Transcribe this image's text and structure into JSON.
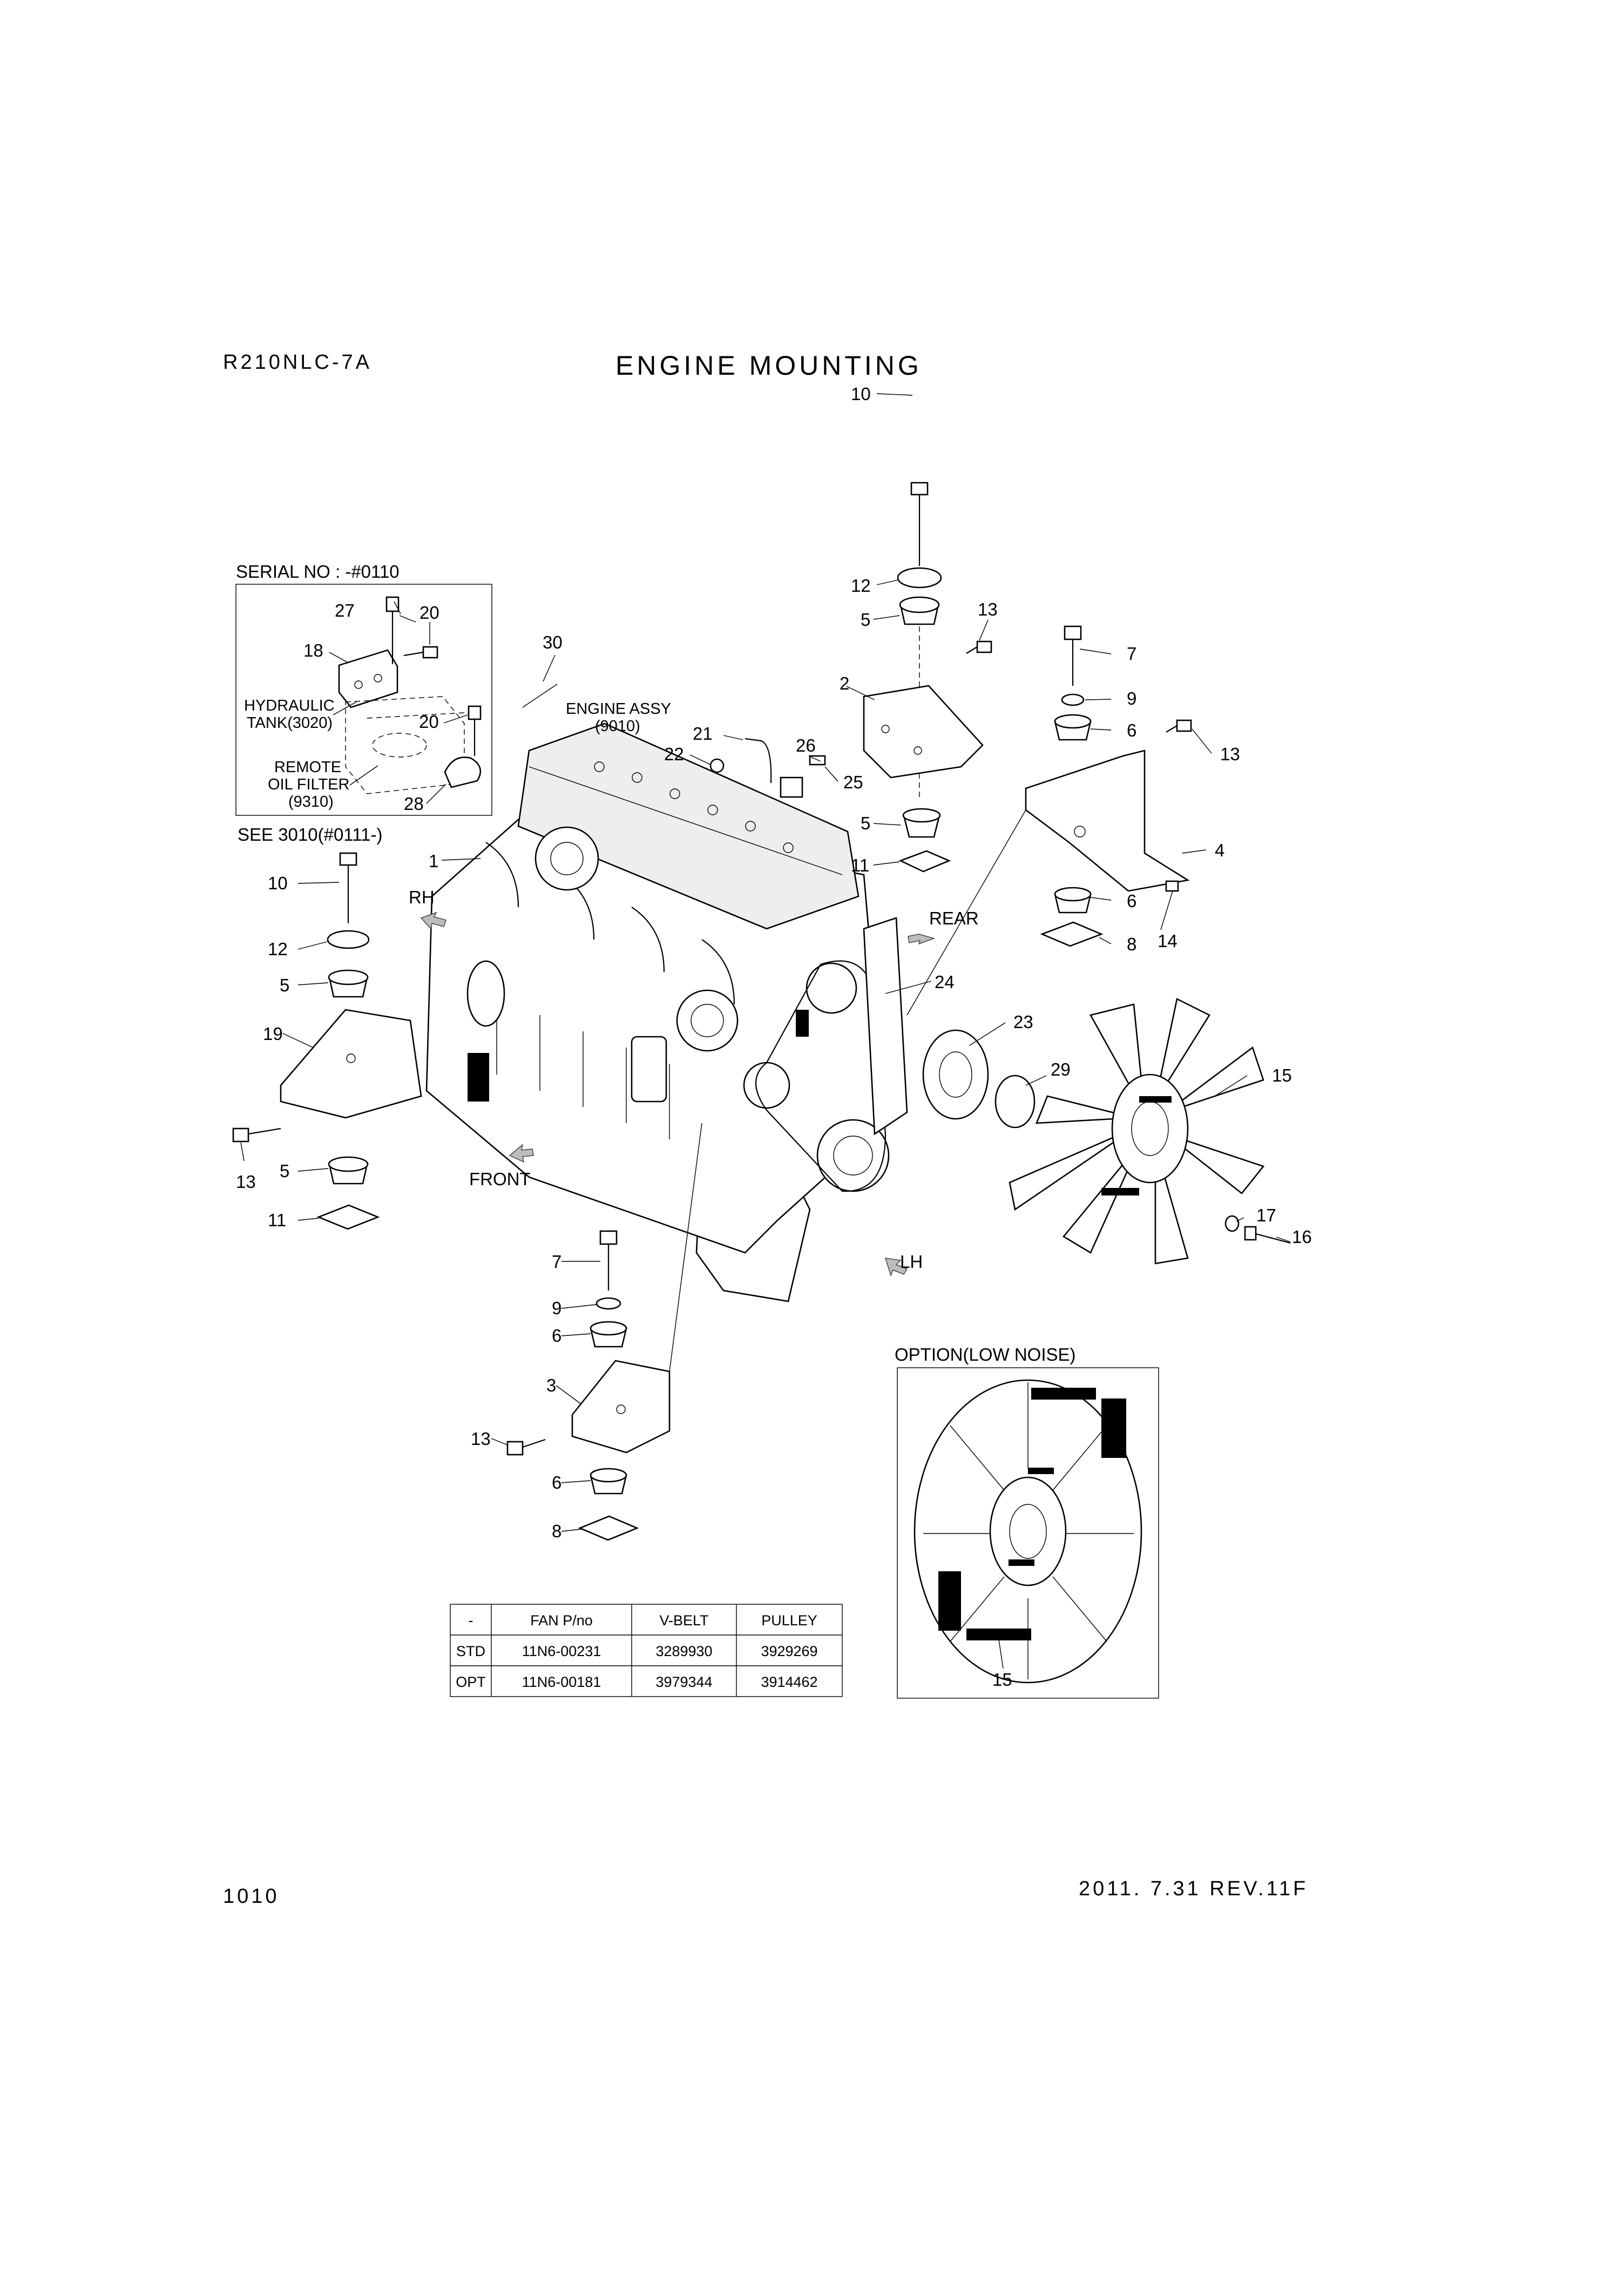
{
  "header": {
    "model": "R210NLC-7A",
    "title": "ENGINE MOUNTING"
  },
  "footer": {
    "page_number": "1010",
    "revision": "2011. 7.31  REV.11F"
  },
  "notes": {
    "serial_no": "SERIAL NO : -#0110",
    "see_ref": "SEE 3010(#0111-)",
    "engine_assy": [
      "ENGINE ASSY",
      "(9010)"
    ],
    "hydraulic_tank": [
      "HYDRAULIC",
      "TANK(3020)"
    ],
    "remote_filter": [
      "REMOTE",
      "OIL FILTER",
      "(9310)"
    ],
    "option": "OPTION(LOW NOISE)"
  },
  "directions": {
    "rh": "RH",
    "rear": "REAR",
    "front": "FRONT",
    "lh": "LH"
  },
  "callouts": {
    "c10a": "10",
    "c12a": "12",
    "c5a": "5",
    "c13a": "13",
    "c7a": "7",
    "c9a": "9",
    "c6a": "6",
    "c13b": "13",
    "c2": "2",
    "c30": "30",
    "c27": "27",
    "c20a": "20",
    "c18": "18",
    "c20b": "20",
    "c28": "28",
    "c21": "21",
    "c22": "22",
    "c26": "26",
    "c25": "25",
    "c5b": "5",
    "c11a": "11",
    "c4": "4",
    "c6b": "6",
    "c14": "14",
    "c8a": "8",
    "c1": "1",
    "c10b": "10",
    "c12b": "12",
    "c5c": "5",
    "c19": "19",
    "c13c": "13",
    "c5d": "5",
    "c11b": "11",
    "c24": "24",
    "c23": "23",
    "c29": "29",
    "c15a": "15",
    "c17": "17",
    "c16": "16",
    "c7b": "7",
    "c9b": "9",
    "c6c": "6",
    "c3": "3",
    "c13d": "13",
    "c6d": "6",
    "c8b": "8",
    "c15b": "15"
  },
  "table": {
    "columns": [
      "-",
      "FAN P/no",
      "V-BELT",
      "PULLEY"
    ],
    "rows": [
      [
        "STD",
        "11N6-00231",
        "3289930",
        "3929269"
      ],
      [
        "OPT",
        "11N6-00181",
        "3979344",
        "3914462"
      ]
    ]
  }
}
